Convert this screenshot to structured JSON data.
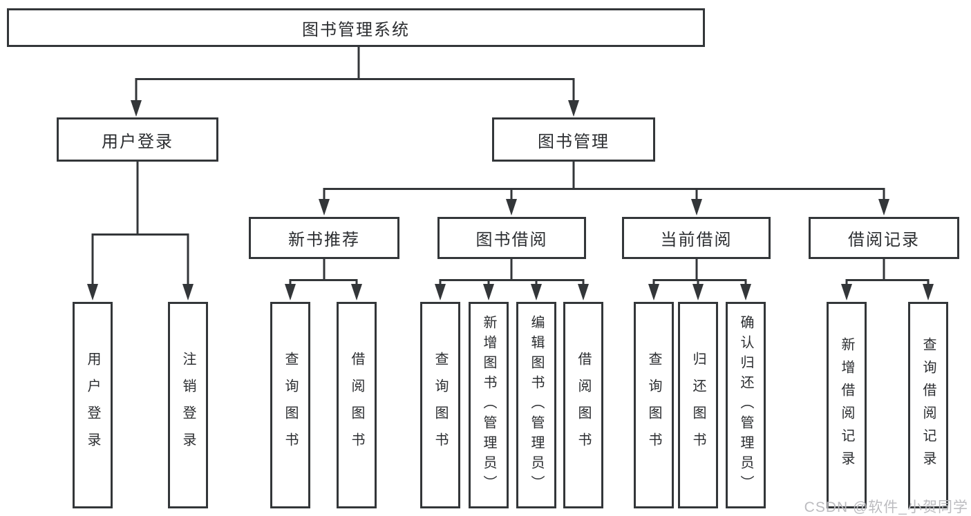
{
  "diagram": {
    "root": {
      "label": "图书管理系统"
    },
    "user_login": {
      "label": "用户登录",
      "children": [
        {
          "label": "用户登录"
        },
        {
          "label": "注销登录"
        }
      ]
    },
    "book_mgmt": {
      "label": "图书管理",
      "children": [
        {
          "label": "新书推荐",
          "children": [
            {
              "label": "查询图书"
            },
            {
              "label": "借阅图书"
            }
          ]
        },
        {
          "label": "图书借阅",
          "children": [
            {
              "label": "查询图书"
            },
            {
              "label": "新增图书（管理员）"
            },
            {
              "label": "编辑图书（管理员）"
            },
            {
              "label": "借阅图书"
            }
          ]
        },
        {
          "label": "当前借阅",
          "children": [
            {
              "label": "查询图书"
            },
            {
              "label": "归还图书"
            },
            {
              "label": "确认归还（管理员）"
            }
          ]
        },
        {
          "label": "借阅记录",
          "children": [
            {
              "label": "新增借阅记录"
            },
            {
              "label": "查询借阅记录"
            }
          ]
        }
      ]
    },
    "line_color": "#333639"
  },
  "watermark": {
    "text": "CSDN @软件_小贺同学"
  }
}
